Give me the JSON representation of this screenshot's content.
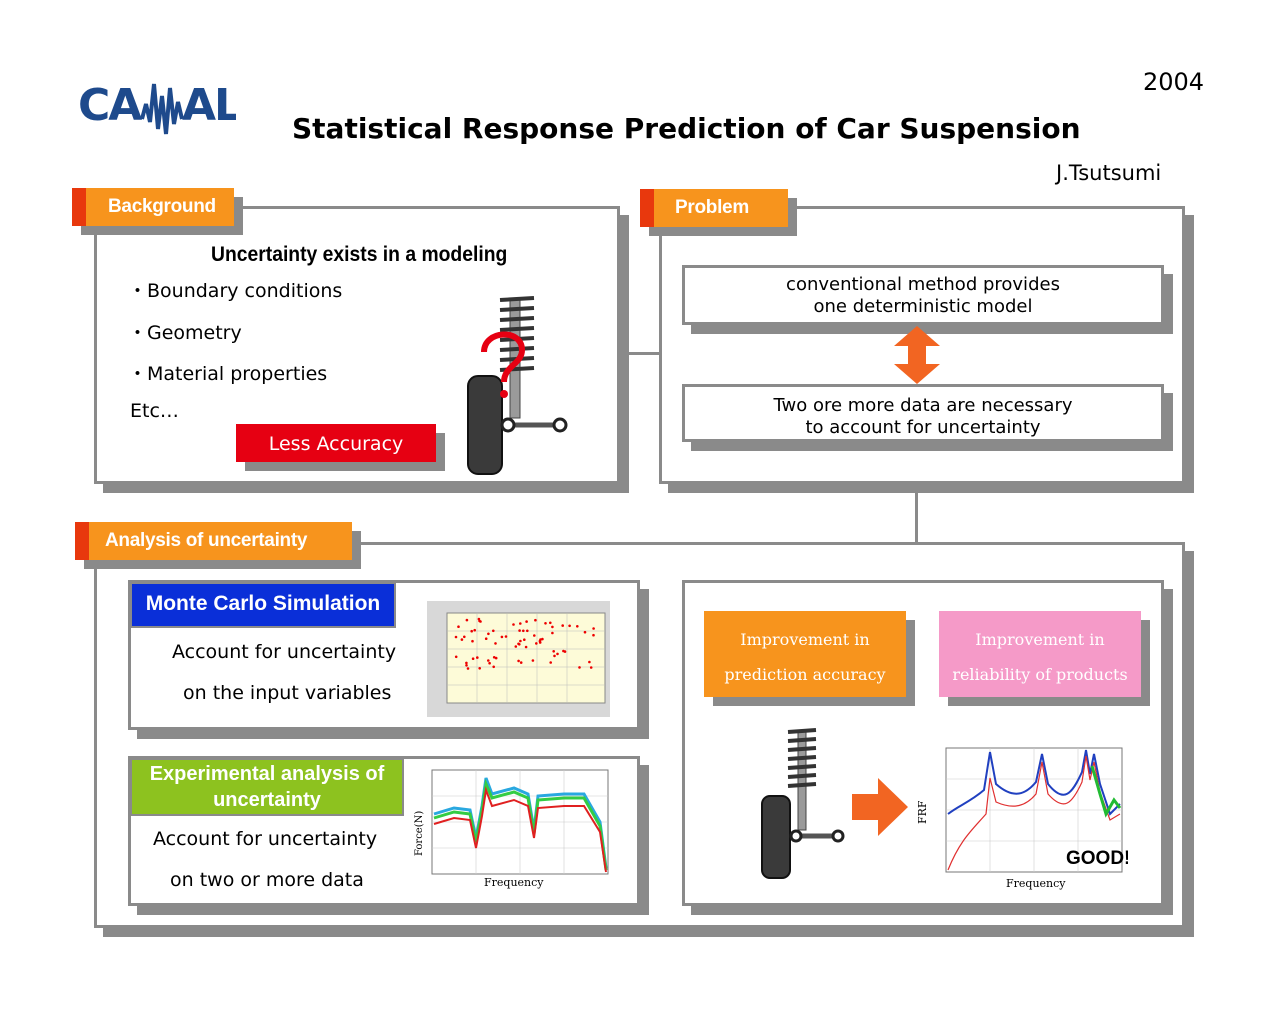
{
  "header": {
    "logo_text": "CAMAL",
    "year": "2004",
    "title": "Statistical Response Prediction of Car Suspension",
    "author": "J.Tsutsumi"
  },
  "background": {
    "tab": "Background",
    "heading": "Uncertainty exists in a modeling",
    "items": [
      "・Boundary conditions",
      "・Geometry",
      "・Material properties",
      "Etc…"
    ],
    "warning": "Less Accuracy"
  },
  "problem": {
    "tab": "Problem",
    "box1": [
      "conventional method provides",
      "one deterministic model"
    ],
    "box2": [
      "Two ore more data are necessary",
      "to account for uncertainty"
    ]
  },
  "analysis": {
    "tab": "Analysis of uncertainty",
    "monte_carlo": {
      "title": "Monte Carlo Simulation",
      "lines": [
        "Account for uncertainty",
        "on the input variables"
      ]
    },
    "experimental": {
      "title": [
        "Experimental analysis of",
        "uncertainty"
      ],
      "lines": [
        "Account for uncertainty",
        "on two or more data"
      ],
      "plot_ylabel": "Force(N)",
      "plot_xlabel": "Frequency"
    },
    "improvements": [
      [
        "Improvement in",
        "prediction accuracy"
      ],
      [
        "Improvement in",
        "reliability of products"
      ]
    ],
    "frf_plot": {
      "ylabel": "FRF",
      "xlabel": "Frequency",
      "stamp": "GOOD!"
    }
  },
  "colors": {
    "tab_orange": "#f7941d",
    "tab_red": "#e8380d",
    "monte_blue": "#0a2fd8",
    "exp_green": "#8dc21f",
    "pink": "#f59ac8",
    "warning_red": "#e60012",
    "arrow_orange": "#f26522"
  }
}
